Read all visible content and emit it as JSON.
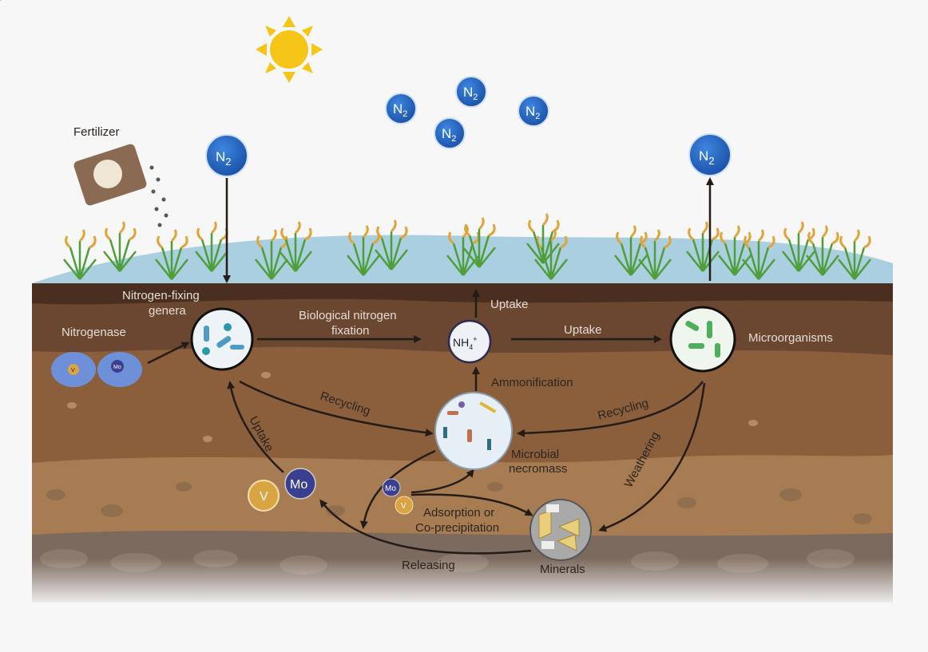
{
  "labels": {
    "fertilizer": "Fertilizer",
    "nitrogen_fixing": "Nitrogen-fixing",
    "genera": "genera",
    "nitrogenase": "Nitrogenase",
    "bnf_1": "Biological nitrogen",
    "bnf_2": "fixation",
    "uptake_top": "Uptake",
    "uptake_mid": "Uptake",
    "uptake_left": "Uptake",
    "microorganisms": "Microorganisms",
    "ammonification": "Ammonification",
    "recycling_left": "Recycling",
    "recycling_right": "Recycling",
    "weathering": "Weathering",
    "microbial": "Microbial",
    "necromass": "necromass",
    "adsorption_1": "Adsorption or",
    "adsorption_2": "Co-precipitation",
    "releasing": "Releasing",
    "minerals": "Minerals",
    "nh4": "NH",
    "nh4_sub": "4",
    "nh4_sup": "+",
    "n2": "N",
    "n2_sub": "2",
    "mo": "Mo",
    "v": "V"
  },
  "colors": {
    "n2_molecule": "#1f5fbf",
    "sun": "#f5c518",
    "water": "#a9cfe0",
    "soil_top": "#4a2e1f",
    "soil_mid": "#8b5e3c",
    "soil_low": "#a87c52",
    "mo": "#3b3f8f",
    "v": "#d9a441"
  }
}
